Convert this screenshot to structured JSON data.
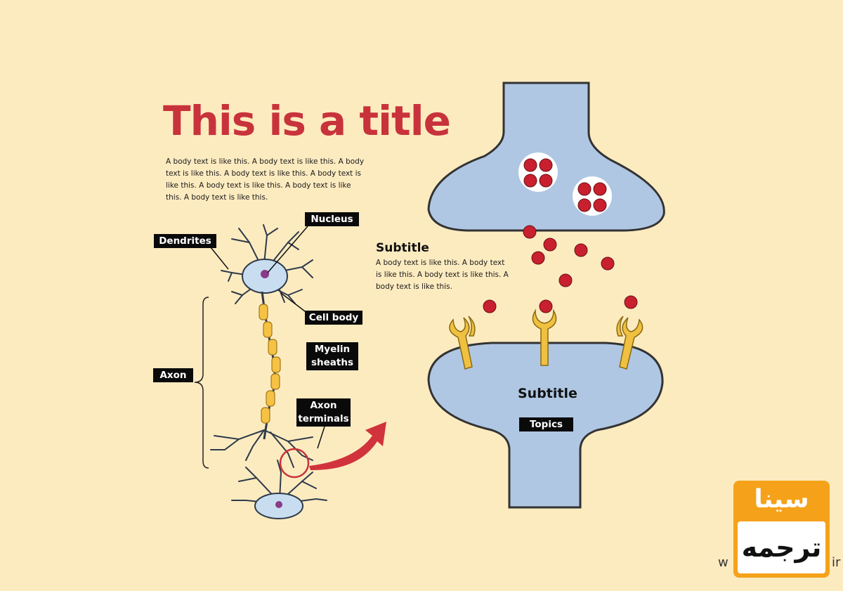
{
  "title": "This is a title",
  "body_text": "A body text is like this. A body text is like this. A body text is like this. A body text is like this. A body text is like this. A body text is like this. A body text is like this. A body text is like this.",
  "section": {
    "subtitle": "Subtitle",
    "body_text": "A body text is like this. A body text is like this. A body text is like this. A body text is like this."
  },
  "neuron_labels": {
    "dendrites": "Dendrites",
    "nucleus": "Nucleus",
    "cell_body": "Cell body",
    "myelin_sheaths": "Myelin sheaths",
    "axon": "Axon",
    "axon_terminals": "Axon terminals"
  },
  "synapse": {
    "subtitle": "Subtitle",
    "topics_label": "Topics"
  },
  "watermark": {
    "top_text": "سینا",
    "bottom_text": "ترجمه",
    "left_fragment": "w",
    "right_fragment": "ir"
  },
  "colors": {
    "background": "#FDEBC0",
    "title": "#C8333B",
    "neuron_fill": "#C8DDF0",
    "myelin": "#F6C244",
    "synapse_fill": "#AFC7E3",
    "neurotransmitter": "#C8202E",
    "receptor": "#F0C040",
    "watermark": "#F5A21A"
  }
}
